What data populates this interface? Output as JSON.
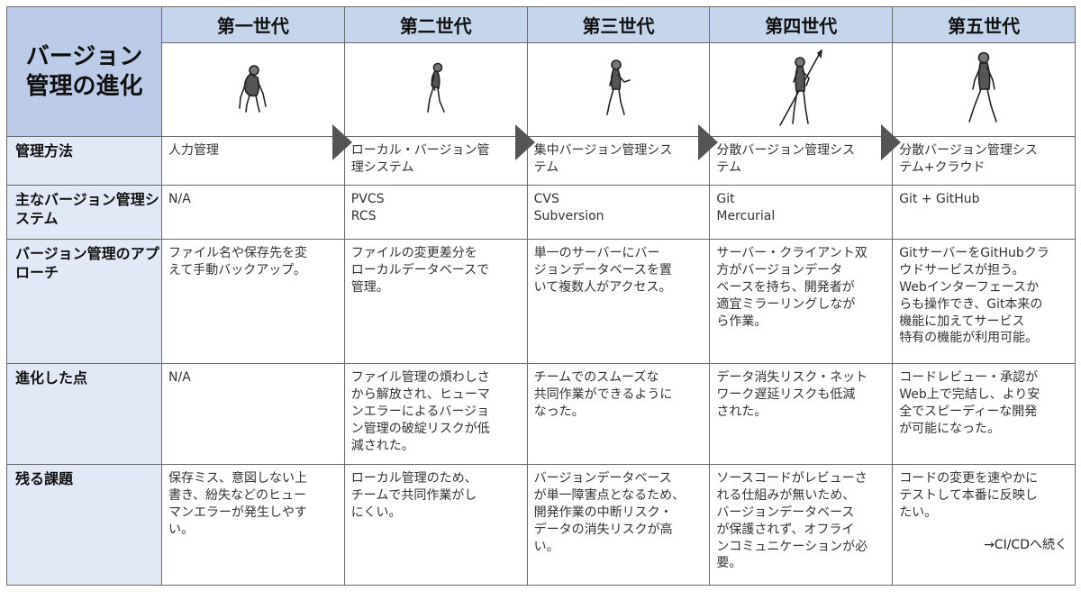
{
  "corner_title": "バージョン管理の進化",
  "generations": [
    "第一世代",
    "第二世代",
    "第三世代",
    "第四世代",
    "第五世代"
  ],
  "icons": [
    "ape-figure-icon",
    "hunched-hominid-icon",
    "early-human-icon",
    "spear-human-icon",
    "modern-human-icon"
  ],
  "rows": [
    {
      "header": [
        "管理方法"
      ],
      "cells": [
        [
          "人力管理"
        ],
        [
          "ローカル・バージョン管",
          "理システム"
        ],
        [
          "集中バージョン管理シス",
          "テム"
        ],
        [
          "分散バージョン管理シス",
          "テム"
        ],
        [
          "分散バージョン管理シス",
          "テム+クラウド"
        ]
      ]
    },
    {
      "header": [
        "主なバージョン管",
        "理システム"
      ],
      "cells": [
        [
          "N/A"
        ],
        [
          "PVCS",
          "RCS"
        ],
        [
          "CVS",
          "Subversion"
        ],
        [
          "Git",
          "Mercurial"
        ],
        [
          "Git + GitHub"
        ]
      ]
    },
    {
      "header": [
        "バージョン管理の",
        "アプローチ"
      ],
      "cells": [
        [
          "ファイル名や保存先を変",
          "えて手動バックアップ。"
        ],
        [
          "ファイルの変更差分を",
          "ローカルデータベースで",
          "管理。"
        ],
        [
          "単一のサーバーにバー",
          "ジョンデータベースを置",
          "いて複数人がアクセス。"
        ],
        [
          "サーバー・クライアント双",
          "方がバージョンデータ",
          "ベースを持ち、開発者が",
          "適宜ミラーリングしなが",
          "ら作業。"
        ],
        [
          "GitサーバーをGitHubクラ",
          "ウドサービスが担う。",
          "Webインターフェースか",
          "らも操作でき、Git本来の",
          "機能に加えてサービス",
          "特有の機能が利用可能。"
        ]
      ]
    },
    {
      "header": [
        "進化した点"
      ],
      "cells": [
        [
          "N/A"
        ],
        [
          "ファイル管理の煩わしさ",
          "から解放され、ヒューマ",
          "ンエラーによるバージョ",
          "ン管理の破綻リスクが低",
          "減された。"
        ],
        [
          "チームでのスムーズな",
          "共同作業ができるように",
          "なった。"
        ],
        [
          "データ消失リスク・ネット",
          "ワーク遅延リスクも低減",
          "された。"
        ],
        [
          "コードレビュー・承認が",
          "Web上で完結し、より安",
          "全でスピーディーな開発",
          "が可能になった。"
        ]
      ]
    },
    {
      "header": [
        "残る課題"
      ],
      "cells": [
        [
          "保存ミス、意図しない上",
          "書き、紛失などのヒュー",
          "マンエラーが発生しやす",
          "い。"
        ],
        [
          "ローカル管理のため、",
          "チームで共同作業がし",
          "にくい。"
        ],
        [
          "バージョンデータベース",
          "が単一障害点となるため、",
          "開発作業の中断リスク・",
          "データの消失リスクが高",
          "い。"
        ],
        [
          "ソースコードがレビューさ",
          "れる仕組みが無いため、",
          "バージョンデータベース",
          "が保護されず、オフライ",
          "ンコミュニケーションが必",
          "要。"
        ],
        [
          "コードの変更を速やかに",
          "テストして本番に反映し",
          "たい。"
        ]
      ]
    }
  ],
  "continue_note": "→CI/CDへ続く",
  "colors": {
    "header_bg": "#c5d5ec",
    "corner_bg": "#bccbe7",
    "rowhead_bg": "#e1e9f6",
    "border": "#6b6b6b",
    "arrow": "#555555"
  }
}
